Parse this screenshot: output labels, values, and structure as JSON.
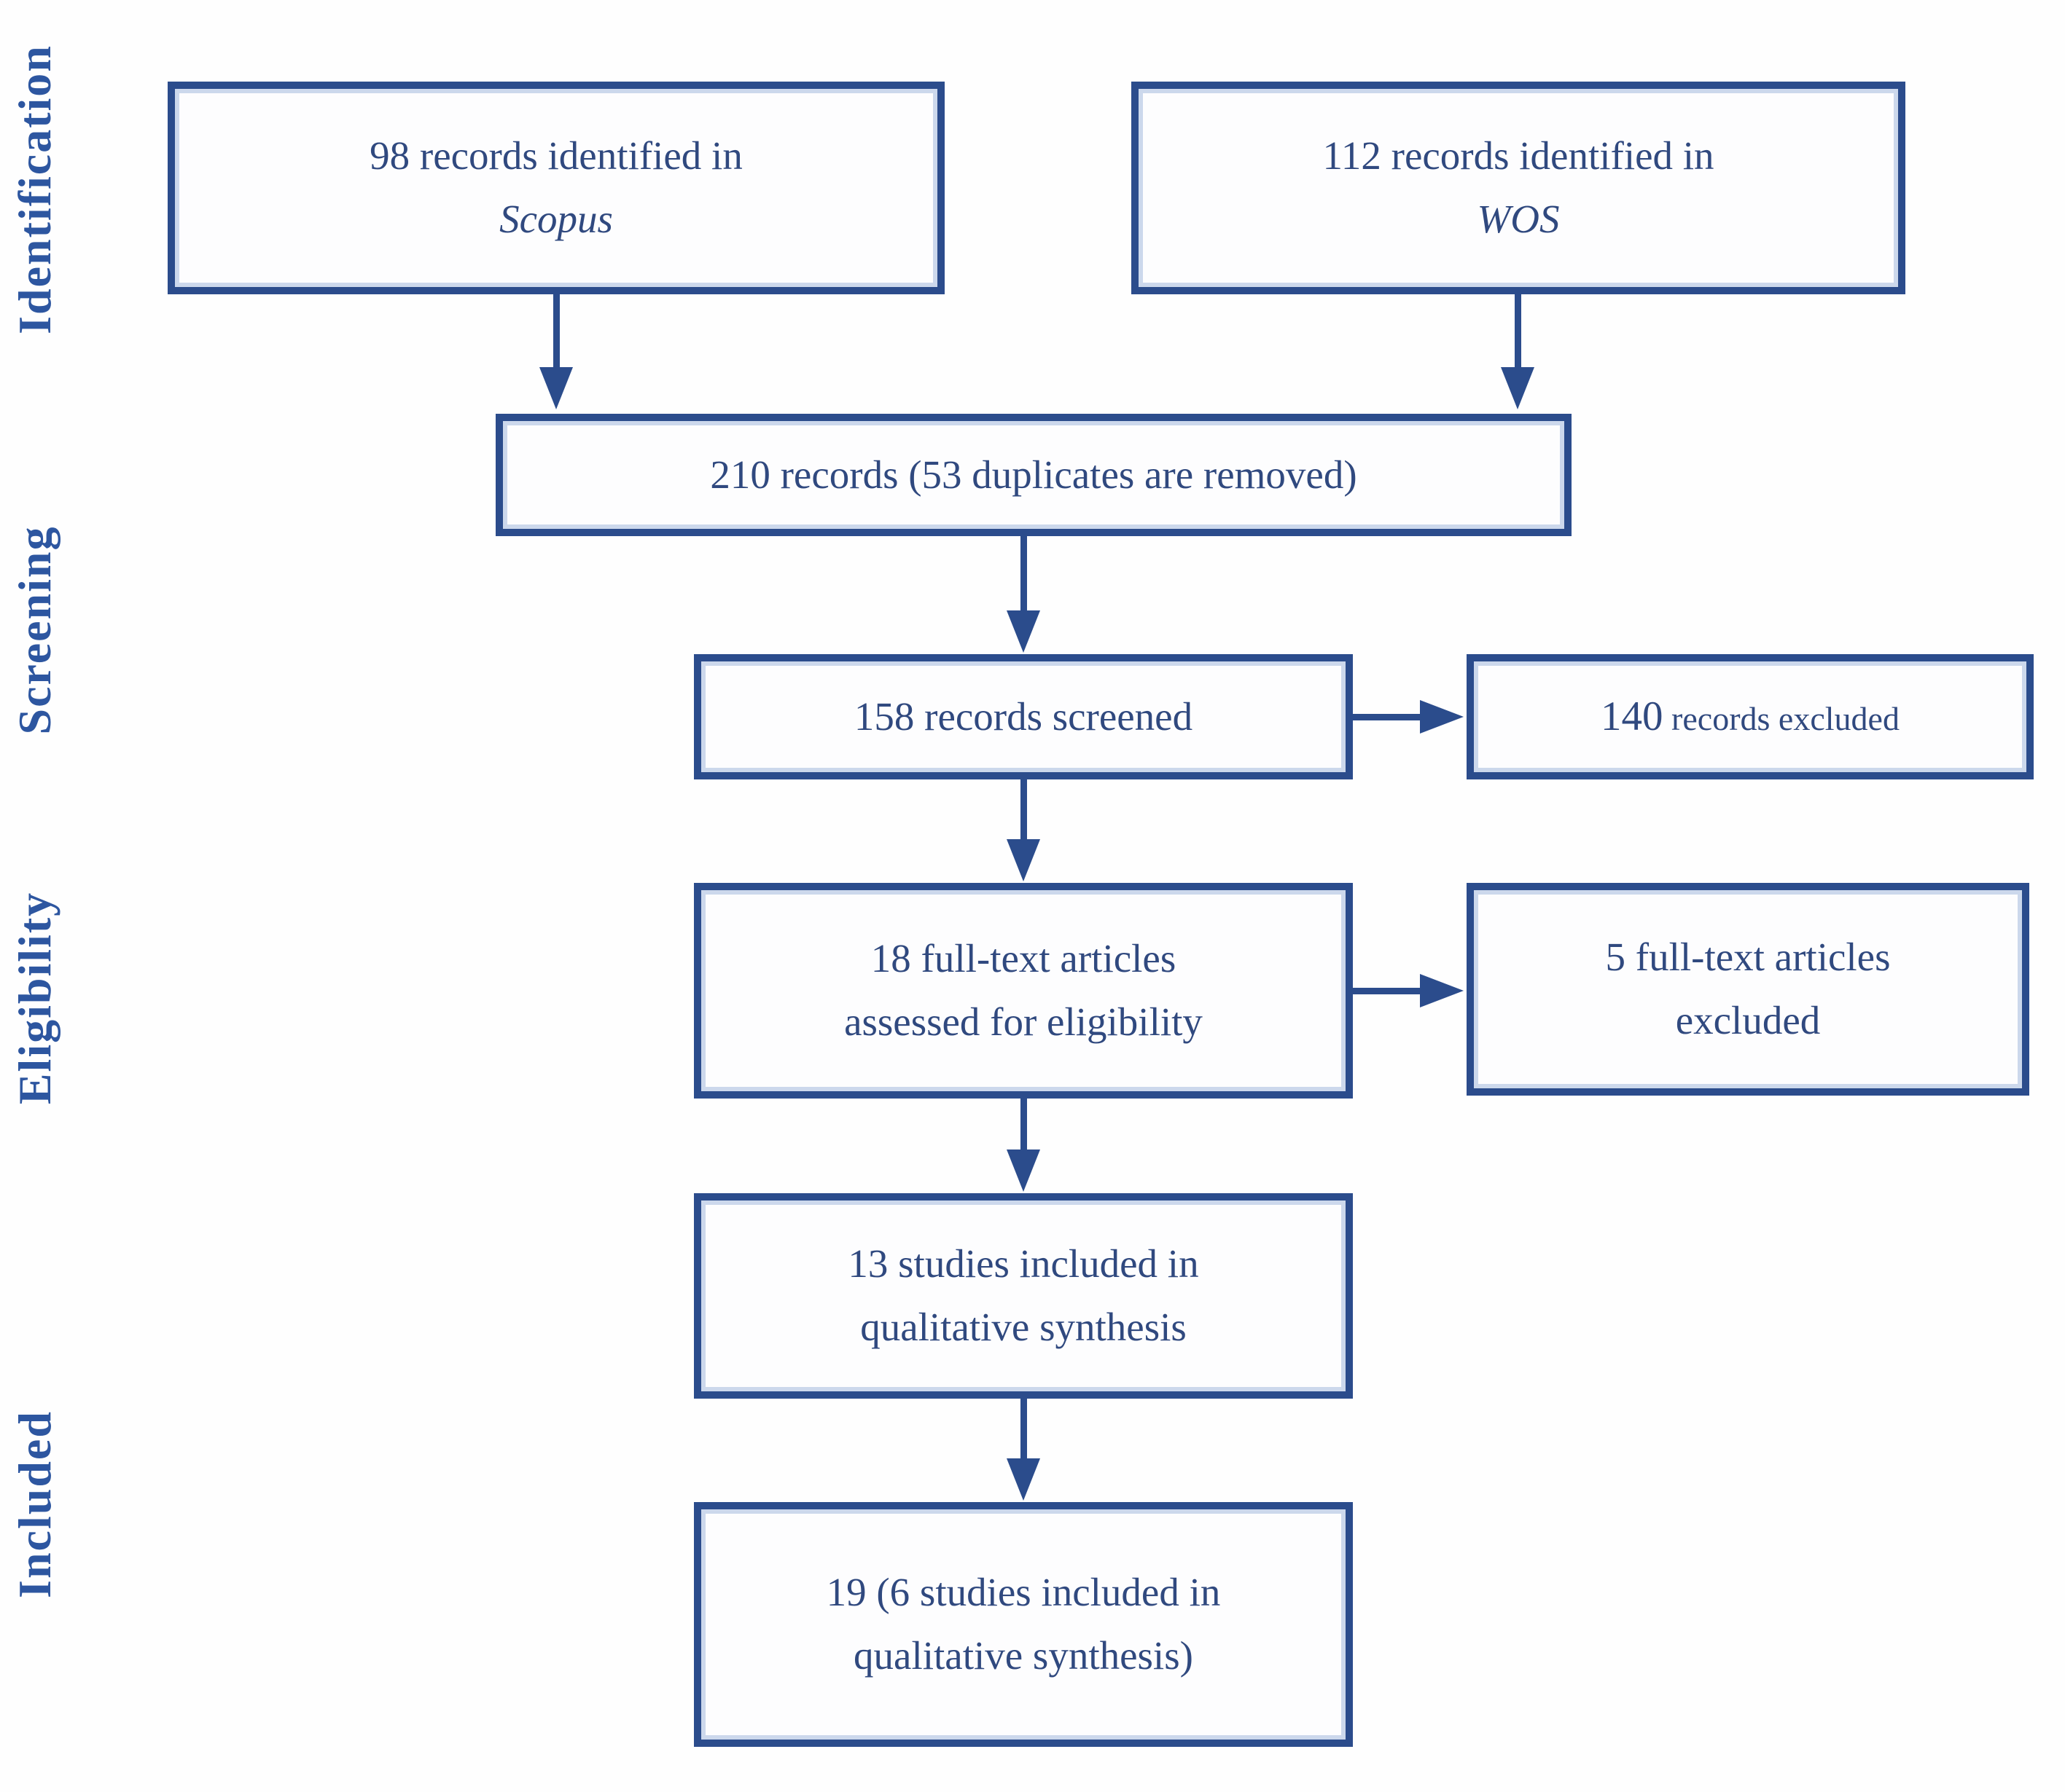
{
  "stages": [
    {
      "label": "Identification"
    },
    {
      "label": "Screening"
    },
    {
      "label": "Eligibility"
    },
    {
      "label": "Included"
    }
  ],
  "boxes": {
    "scopus": {
      "line1": "98 records identified in",
      "line2": "Scopus"
    },
    "wos": {
      "line1": "112 records identified in",
      "line2": "WOS"
    },
    "merged": {
      "text": "210 records (53 duplicates are removed)"
    },
    "screened": {
      "text": "158 records screened"
    },
    "records_excluded": {
      "num": "140",
      "rest": " records excluded"
    },
    "fulltext": {
      "line1": "18 full-text articles",
      "line2": "assessed for eligibility"
    },
    "fulltext_excluded": {
      "line1": "5 full-text articles",
      "line2": "excluded"
    },
    "qualitative": {
      "line1": "13 studies included in",
      "line2": "qualitative synthesis"
    },
    "final": {
      "line1": "19 (6 studies included in",
      "line2": "qualitative synthesis)"
    }
  },
  "colors": {
    "border_and_arrows": "#2b4c8c",
    "box_text": "#30497f",
    "stage_label": "#2d56a0",
    "inner_highlight": "#ccd8ec",
    "background": "#fefefe"
  }
}
